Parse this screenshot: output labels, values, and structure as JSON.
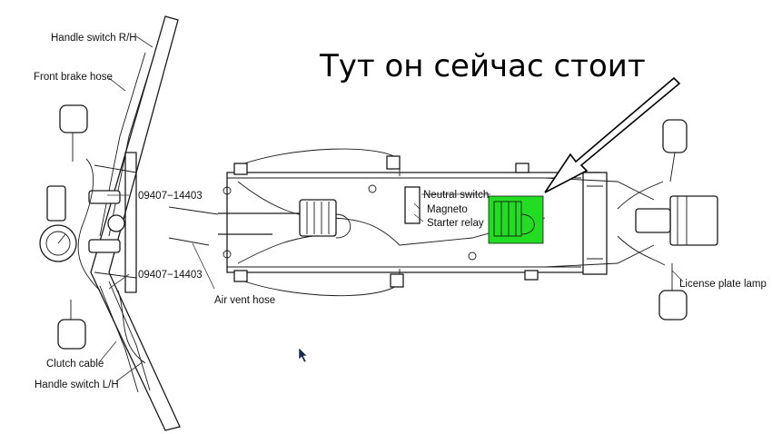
{
  "annotation": {
    "text": "Тут он сейчас стоит",
    "highlight_color": "#22dd22"
  },
  "labels": {
    "handle_switch_rh": "Handle switch R/H",
    "front_brake_hose": "Front brake hose",
    "part_no_upper": "09407−14403",
    "part_no_lower": "09407−14403",
    "air_vent_hose": "Air vent hose",
    "clutch_cable": "Clutch cable",
    "handle_switch_lh": "Handle switch L/H",
    "neutral_switch": "Neutral switch",
    "magneto": "Magneto",
    "starter_relay": "Starter relay",
    "license_plate_lamp": "License plate lamp"
  },
  "cursor": {
    "icon": "mouse-pointer-icon"
  }
}
